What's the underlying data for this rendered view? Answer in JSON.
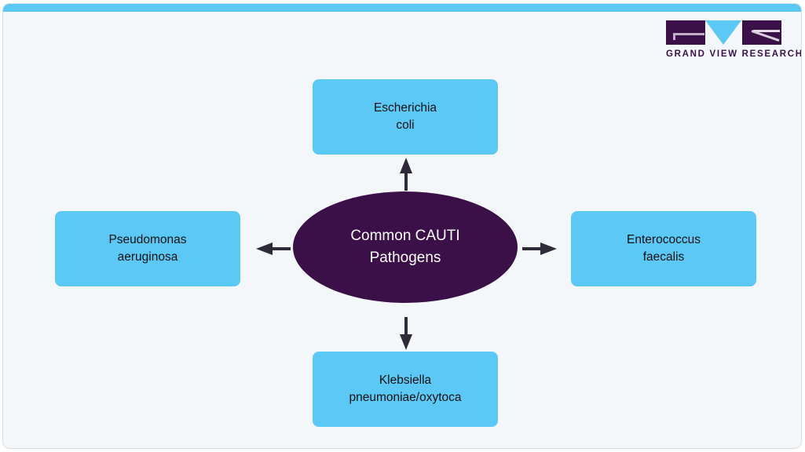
{
  "theme": {
    "card_background": "#f3f7fa",
    "accent_blue": "#5cc8f5",
    "accent_purple": "#3b1049",
    "arrow_color": "#2e2a39",
    "node_text_color": "#111111",
    "center_text_color": "#ffffff"
  },
  "branding": {
    "wordmark": "GRAND VIEW RESEARCH"
  },
  "diagram": {
    "type": "hub-and-spoke",
    "center": {
      "label": "Common CAUTI\nPathogens"
    },
    "nodes": [
      {
        "id": "top",
        "label": "Escherichia\ncoli",
        "direction": "up"
      },
      {
        "id": "right",
        "label": "Enterococcus\nfaecalis",
        "direction": "right"
      },
      {
        "id": "bottom",
        "label": "Klebsiella\npneumoniae/oxytoca",
        "direction": "down"
      },
      {
        "id": "left",
        "label": "Pseudomonas\naeruginosa",
        "direction": "left"
      }
    ]
  }
}
